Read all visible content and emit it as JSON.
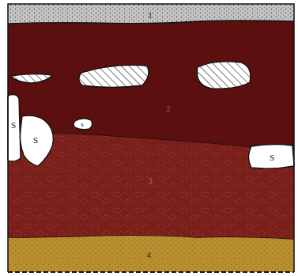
{
  "diagram": {
    "nodes": [
      {
        "text": [
          "1"
        ]
      },
      {
        "text": [
          "2"
        ]
      },
      {
        "text": [
          "S"
        ],
        "in": 1
      },
      {
        "text": [
          "S"
        ],
        "in": 1
      },
      {
        "text": [
          "s"
        ],
        "in": 1
      },
      {
        "text": [
          "S"
        ],
        "in": 1
      },
      {
        "text": [
          "3"
        ]
      },
      {
        "text": [
          "4"
        ]
      }
    ]
  }
}
